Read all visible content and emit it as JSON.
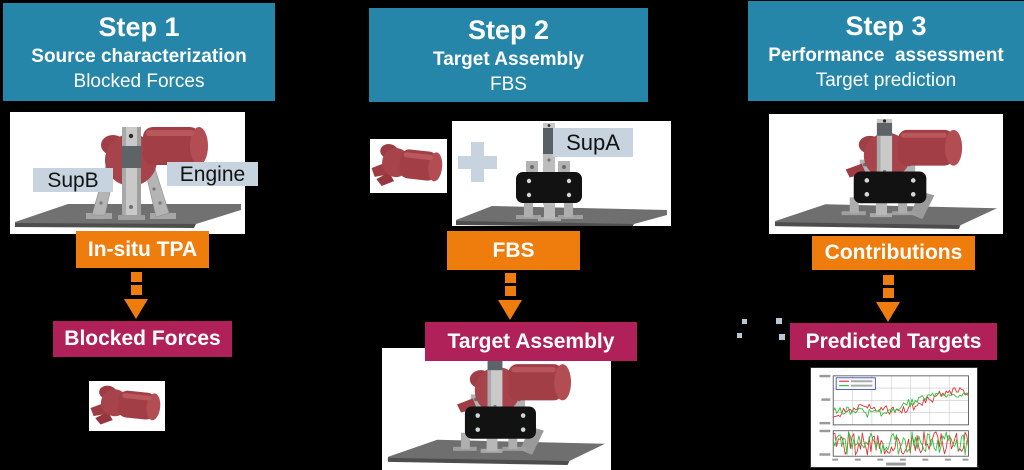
{
  "page": {
    "background": "#000000"
  },
  "colors": {
    "header_teal": "#2586AA",
    "accent_orange": "#EE7D0E",
    "accent_magenta": "#B02159",
    "image_label_bg": "#C7D4DF",
    "dot_gray_blue": "#B9C7D3"
  },
  "steps": [
    {
      "header": {
        "title": "Step 1",
        "line2": "Source characterization",
        "line3": "Blocked Forces"
      },
      "image_labels": {
        "support": "SupB",
        "source": "Engine"
      },
      "method_button": {
        "label": "In-situ TPA"
      },
      "result_button": {
        "label": "Blocked Forces"
      }
    },
    {
      "header": {
        "title": "Step 2",
        "line2": "Target Assembly",
        "line3": "FBS"
      },
      "plus_icon": "+",
      "image_labels": {
        "support": "SupA"
      },
      "method_button": {
        "label": "FBS"
      },
      "result_button": {
        "label": "Target Assembly"
      }
    },
    {
      "header": {
        "title": "Step 3",
        "line2": "Performance  assessment",
        "line3": "Target prediction"
      },
      "method_button": {
        "label": "Contributions"
      },
      "result_button": {
        "label": "Predicted Targets"
      }
    }
  ],
  "mini_chart": {
    "type": "line",
    "panels": 2,
    "legend_border": "#3A4FB0",
    "series": [
      {
        "name": "series-red",
        "color": "#E03131"
      },
      {
        "name": "series-green",
        "color": "#2FBF3A"
      }
    ],
    "note": "axis tick text illegible in source image"
  }
}
